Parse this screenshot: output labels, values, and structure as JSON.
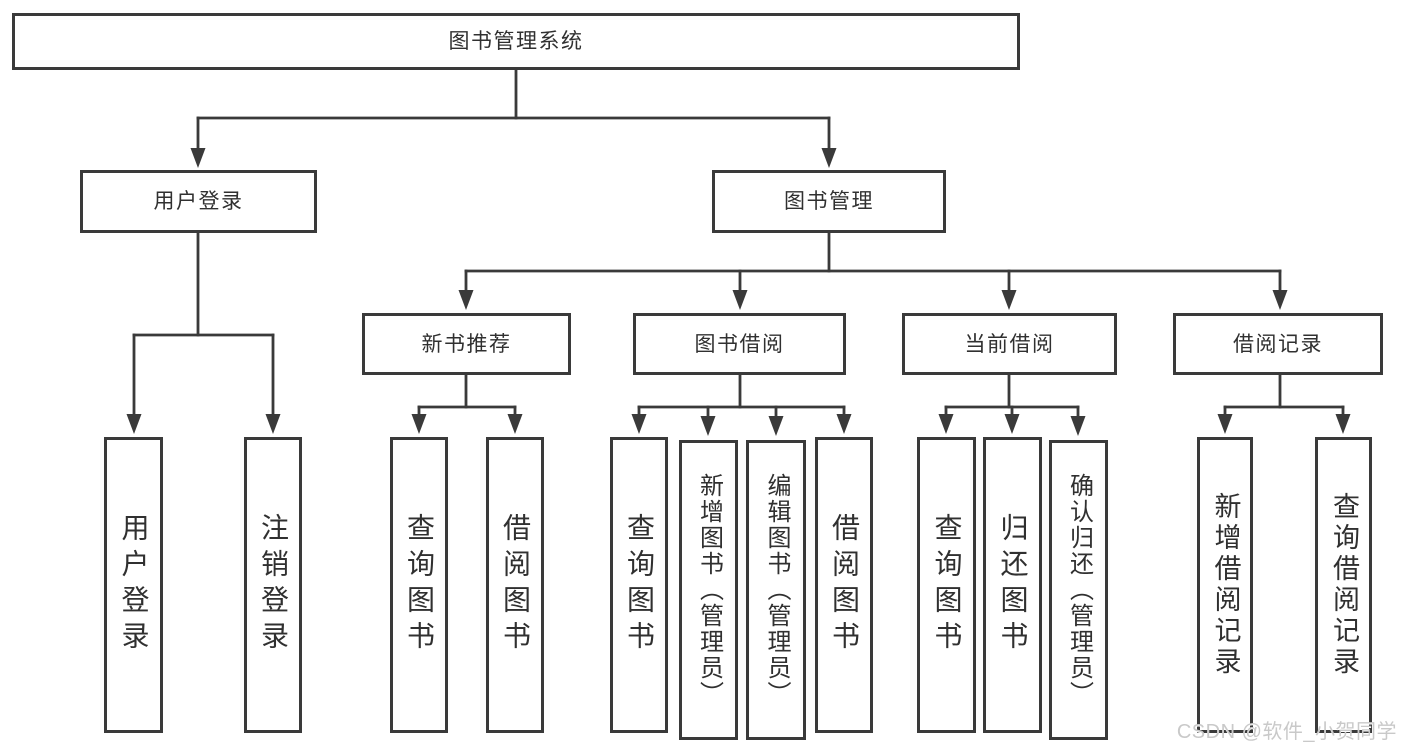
{
  "diagram": {
    "nodes": {
      "root": "图书管理系统",
      "user_login": "用户登录",
      "book_mgmt": "图书管理",
      "new_book_rec": "新书推荐",
      "book_borrow": "图书借阅",
      "current_borrow": "当前借阅",
      "borrow_record": "借阅记录",
      "leaf_user_login": "用户登录",
      "leaf_logout": "注销登录",
      "leaf_nbr_query_book": "查询图书",
      "leaf_nbr_borrow_book": "借阅图书",
      "leaf_bb_query_book": "查询图书",
      "leaf_bb_add_book": "新增图书（管理员）",
      "leaf_bb_edit_book": "编辑图书（管理员）",
      "leaf_bb_borrow_book": "借阅图书",
      "leaf_cb_query_book": "查询图书",
      "leaf_cb_return_book": "归还图书",
      "leaf_cb_confirm_return": "确认归还（管理员）",
      "leaf_br_add_record": "新增借阅记录",
      "leaf_br_query_record": "查询借阅记录"
    },
    "colors": {
      "line": "#3a3a3a",
      "box_border": "#3a3a3a",
      "text": "#303030",
      "background": "#ffffff",
      "watermark_text": "#c9c9c9"
    },
    "watermark": "CSDN @软件_小贺同学"
  }
}
